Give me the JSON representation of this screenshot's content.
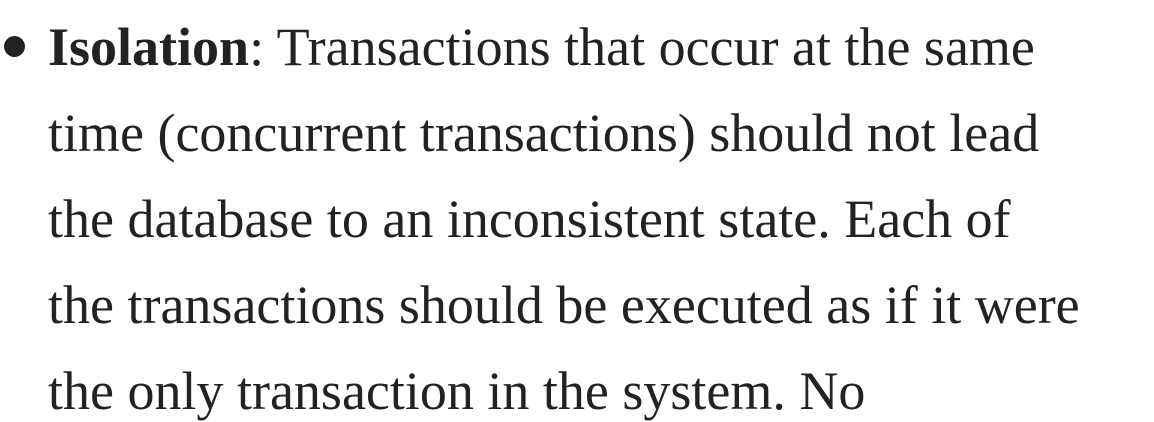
{
  "item": {
    "term": "Isolation",
    "after_term": ": Transactions that occur at the same",
    "continuation_lines": [
      "time (concurrent transactions) should not lead",
      "the database to an inconsistent state. Each of",
      "the transactions should be executed as if it were",
      "the only transaction in the system. No"
    ]
  },
  "colors": {
    "text": "#222222",
    "background": "#ffffff"
  }
}
